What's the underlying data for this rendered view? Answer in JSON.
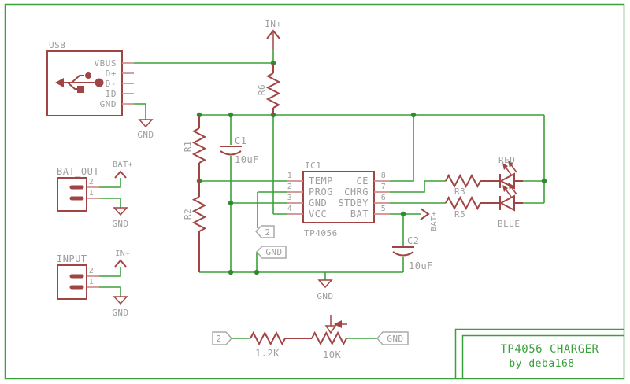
{
  "colors": {
    "background": "#ffffff",
    "wire_green": "#3aa03a",
    "junction_green": "#2e8b2e",
    "component_red": "#a14444",
    "pin_red": "#cf8d8d",
    "label_gray": "#9d9d9d",
    "tag_gray": "#aaaaaa",
    "title_green": "#3aa03a"
  },
  "usb": {
    "ref": "USB",
    "pins": [
      "VBUS",
      "D+",
      "D-",
      "ID",
      "GND"
    ],
    "gnd_label": "GND"
  },
  "top_flag": {
    "label": "IN+"
  },
  "resistors": {
    "r6": "R6",
    "r1": "R1",
    "r2": "R2",
    "r3": "R3",
    "r5": "R5"
  },
  "capacitors": {
    "c1_ref": "C1",
    "c1_value": "10uF",
    "c2_ref": "C2",
    "c2_value": "10uF"
  },
  "connectors": {
    "bat_out": {
      "ref": "BAT_OUT",
      "pin2": "2",
      "pin1": "1",
      "plus_flag": "BAT+",
      "gnd_label": "GND"
    },
    "input": {
      "ref": "INPUT",
      "pin2": "2",
      "pin1": "1",
      "plus_flag": "IN+",
      "gnd_label": "GND"
    }
  },
  "ic": {
    "ref": "IC1",
    "value": "TP4056",
    "left_pins": [
      {
        "num": "1",
        "name": "TEMP"
      },
      {
        "num": "2",
        "name": "PROG"
      },
      {
        "num": "3",
        "name": "GND"
      },
      {
        "num": "4",
        "name": "VCC"
      }
    ],
    "right_pins": [
      {
        "num": "8",
        "name": "CE"
      },
      {
        "num": "7",
        "name": "CHRG"
      },
      {
        "num": "6",
        "name": "STDBY"
      },
      {
        "num": "5",
        "name": "BAT"
      }
    ]
  },
  "net_tags": {
    "prog": "2",
    "gnd_mid": "GND",
    "bottom_left": "2",
    "bottom_right": "GND"
  },
  "power": {
    "bat_flag": "BAT+",
    "gnd_main": "GND"
  },
  "leds": {
    "red": "RED",
    "blue": "BLUE"
  },
  "bottom_network": {
    "resistor_value": "1.2K",
    "pot_value": "10K"
  },
  "title_block": {
    "title": "TP4056 CHARGER",
    "author": "by deba168"
  }
}
